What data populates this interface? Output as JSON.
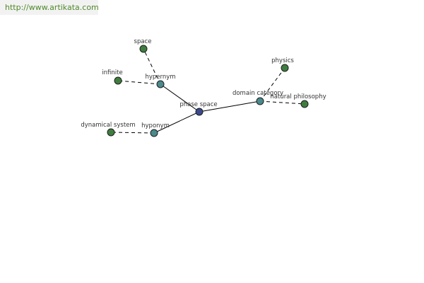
{
  "header": {
    "url": "http://www.artikata.com"
  },
  "colors": {
    "center_node": "#3a4a8c",
    "relation_node": "#4a8a8c",
    "leaf_node": "#3f7d3f",
    "node_stroke": "#1e1e1e",
    "edge": "#000000",
    "url_text": "#4f8a2a",
    "url_background": "#f2f2f2"
  },
  "graph": {
    "nodes": [
      {
        "id": "phase-space",
        "label": "phase space",
        "kind": "center"
      },
      {
        "id": "hypernym",
        "label": "hypernym",
        "kind": "relation"
      },
      {
        "id": "hyponym",
        "label": "hyponym",
        "kind": "relation"
      },
      {
        "id": "domain-category",
        "label": "domain category",
        "kind": "relation"
      },
      {
        "id": "space",
        "label": "space",
        "kind": "leaf"
      },
      {
        "id": "infinite",
        "label": "infinite",
        "kind": "leaf"
      },
      {
        "id": "dynamical-system",
        "label": "dynamical system",
        "kind": "leaf"
      },
      {
        "id": "physics",
        "label": "physics",
        "kind": "leaf"
      },
      {
        "id": "natural-philosophy",
        "label": "natural philosophy",
        "kind": "leaf"
      }
    ],
    "edges": [
      {
        "from": "phase-space",
        "to": "hypernym",
        "style": "solid"
      },
      {
        "from": "phase-space",
        "to": "hyponym",
        "style": "solid"
      },
      {
        "from": "phase-space",
        "to": "domain-category",
        "style": "solid"
      },
      {
        "from": "hypernym",
        "to": "space",
        "style": "dashed"
      },
      {
        "from": "hypernym",
        "to": "infinite",
        "style": "dashed"
      },
      {
        "from": "hyponym",
        "to": "dynamical-system",
        "style": "dashed"
      },
      {
        "from": "domain-category",
        "to": "physics",
        "style": "dashed"
      },
      {
        "from": "domain-category",
        "to": "natural-philosophy",
        "style": "dashed"
      }
    ]
  }
}
